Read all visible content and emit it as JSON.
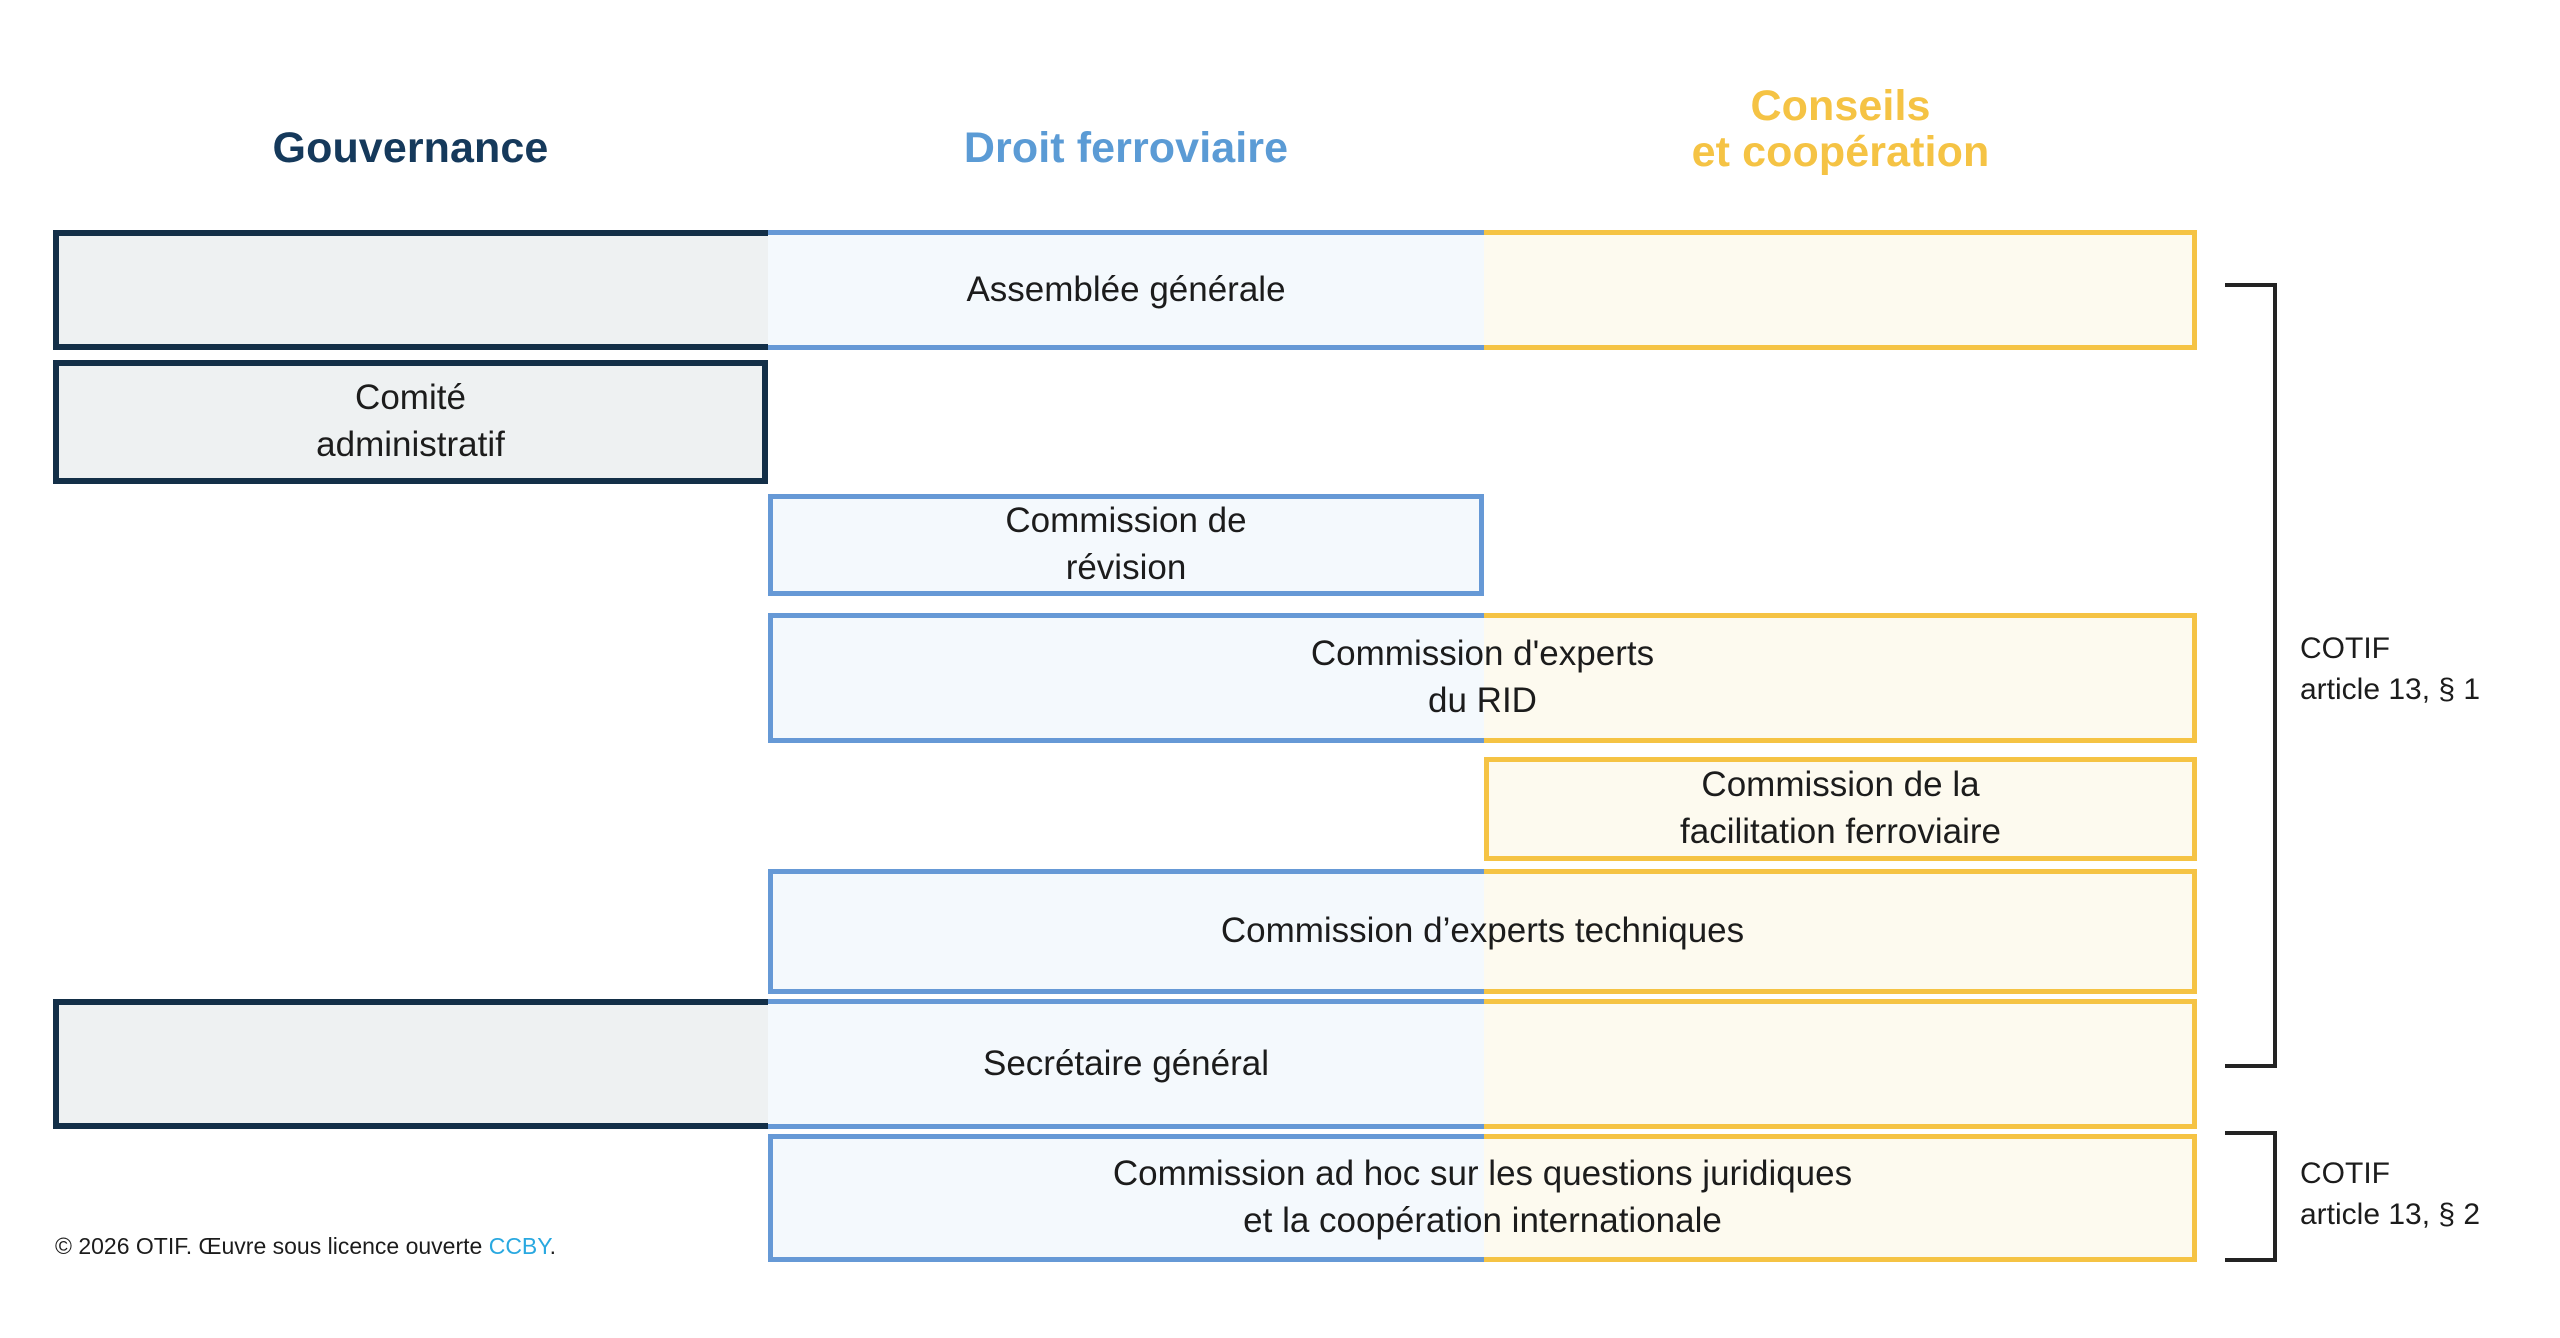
{
  "columns": [
    {
      "key": "gov",
      "label": "Gouvernance",
      "color": "#15395b"
    },
    {
      "key": "law",
      "label": "Droit ferroviaire",
      "color": "#5b9bd5"
    },
    {
      "key": "coop",
      "label": "Conseils\net coopération",
      "color": "#f5c344"
    }
  ],
  "rows": [
    {
      "name": "assemblee-generale",
      "label": "Assemblée générale",
      "spans": [
        "gov",
        "law",
        "coop"
      ]
    },
    {
      "name": "comite-administratif",
      "label": "Comité\nadministratif",
      "spans": [
        "gov"
      ]
    },
    {
      "name": "commission-de-revision",
      "label": "Commission de\nrévision",
      "spans": [
        "law"
      ]
    },
    {
      "name": "commission-experts-rid",
      "label": "Commission d'experts\ndu RID",
      "spans": [
        "law",
        "coop"
      ]
    },
    {
      "name": "commission-facilitation",
      "label": "Commission de la\nfacilitation ferroviaire",
      "spans": [
        "coop"
      ]
    },
    {
      "name": "commission-experts-techniques",
      "label": "Commission d’experts techniques",
      "spans": [
        "law",
        "coop"
      ]
    },
    {
      "name": "secretaire-general",
      "label": "Secrétaire général",
      "spans": [
        "gov",
        "law",
        "coop"
      ]
    },
    {
      "name": "commission-ad-hoc",
      "label": "Commission ad hoc sur les questions juridiques\net la coopération internationale",
      "spans": [
        "law",
        "coop"
      ]
    }
  ],
  "brackets": [
    {
      "name": "bracket-cotif-article-13-par-1",
      "label": "COTIF\narticle 13, § 1"
    },
    {
      "name": "bracket-cotif-article-13-par-2",
      "label": "COTIF\narticle 13, § 2"
    }
  ],
  "footer": {
    "text_before": "© 2026 OTIF. Œuvre sous licence ouverte ",
    "license": "CCBY",
    "text_after": "."
  }
}
